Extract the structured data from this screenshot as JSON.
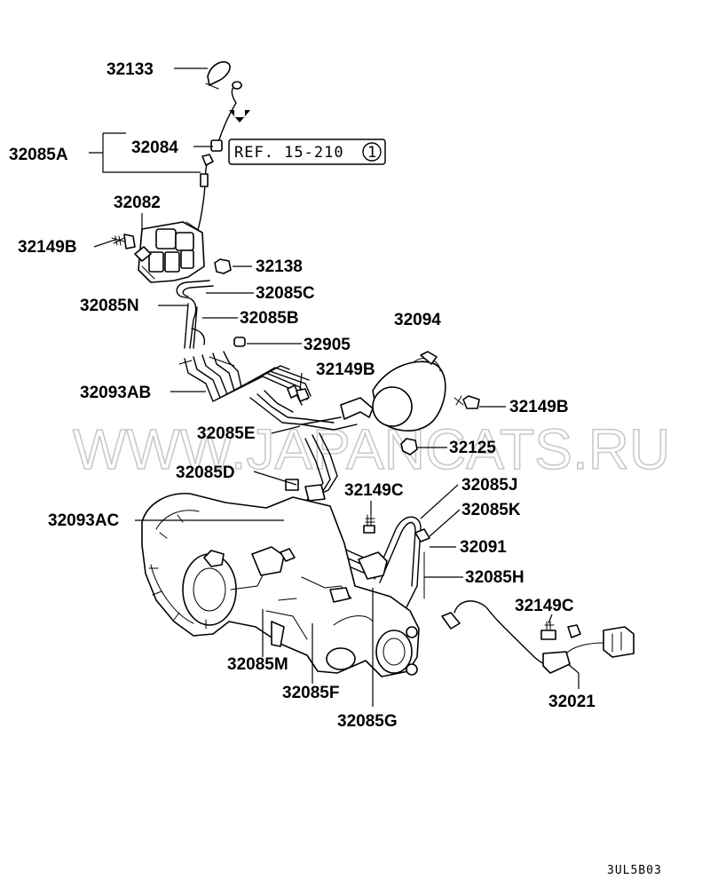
{
  "reference": {
    "text": "REF. 15-210",
    "circled": "1"
  },
  "watermark": "WWW.JAPANCATS.RU",
  "diagram_code": "3UL5B03",
  "labels": {
    "p32133": "32133",
    "p32084": "32084",
    "p32085A": "32085A",
    "p32082": "32082",
    "p32149B_1": "32149B",
    "p32138": "32138",
    "p32085C": "32085C",
    "p32085N": "32085N",
    "p32085B": "32085B",
    "p32094": "32094",
    "p32905": "32905",
    "p32149B_2": "32149B",
    "p32093AB": "32093AB",
    "p32149B_3": "32149B",
    "p32085E": "32085E",
    "p32125": "32125",
    "p32085D": "32085D",
    "p32085J": "32085J",
    "p32149C_1": "32149C",
    "p32093AC": "32093AC",
    "p32085K": "32085K",
    "p32091": "32091",
    "p32085H": "32085H",
    "p32149C_2": "32149C",
    "p32085M": "32085M",
    "p32021": "32021",
    "p32085F": "32085F",
    "p32085G": "32085G"
  }
}
